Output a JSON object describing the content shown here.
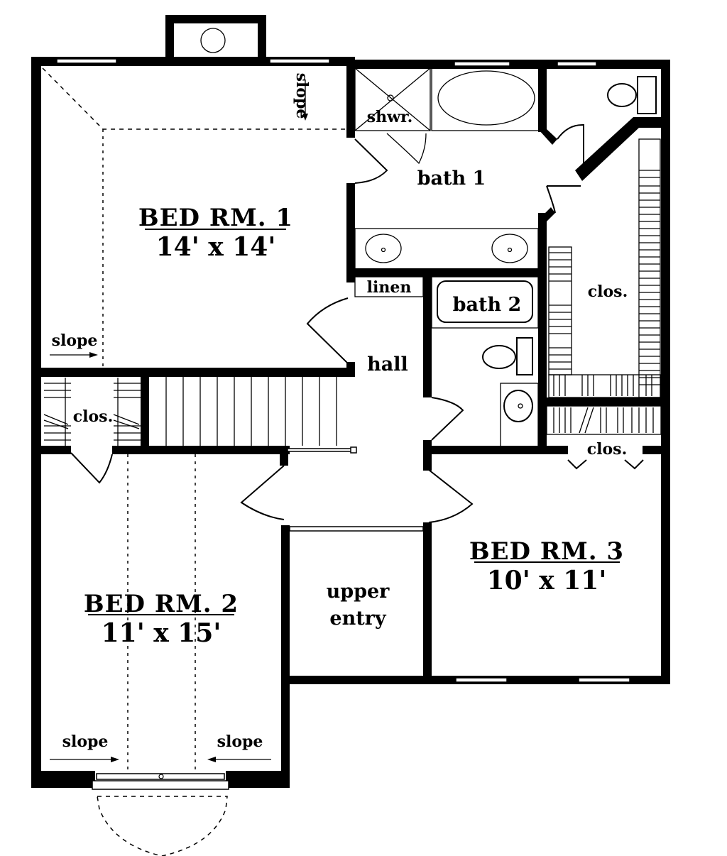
{
  "plan": {
    "rooms": [
      {
        "id": "bed1",
        "title": "BED RM. 1",
        "dims": "14' x 14'"
      },
      {
        "id": "bed2",
        "title": "BED RM. 2",
        "dims": "11' x 15'"
      },
      {
        "id": "bed3",
        "title": "BED RM. 3",
        "dims": "10' x 11'"
      }
    ],
    "labels": {
      "bath1": "bath 1",
      "bath2": "bath 2",
      "shower": "shwr.",
      "linen": "linen",
      "hall": "hall",
      "closet_master": "clos.",
      "closet_bed2": "clos.",
      "closet_bed3": "clos.",
      "upper_entry_1": "upper",
      "upper_entry_2": "entry",
      "slope_bed1_top": "slope",
      "slope_bed1_left": "slope",
      "slope_bed2_left": "slope",
      "slope_bed2_right": "slope"
    },
    "colors": {
      "line": "#000000",
      "background": "#ffffff"
    }
  }
}
